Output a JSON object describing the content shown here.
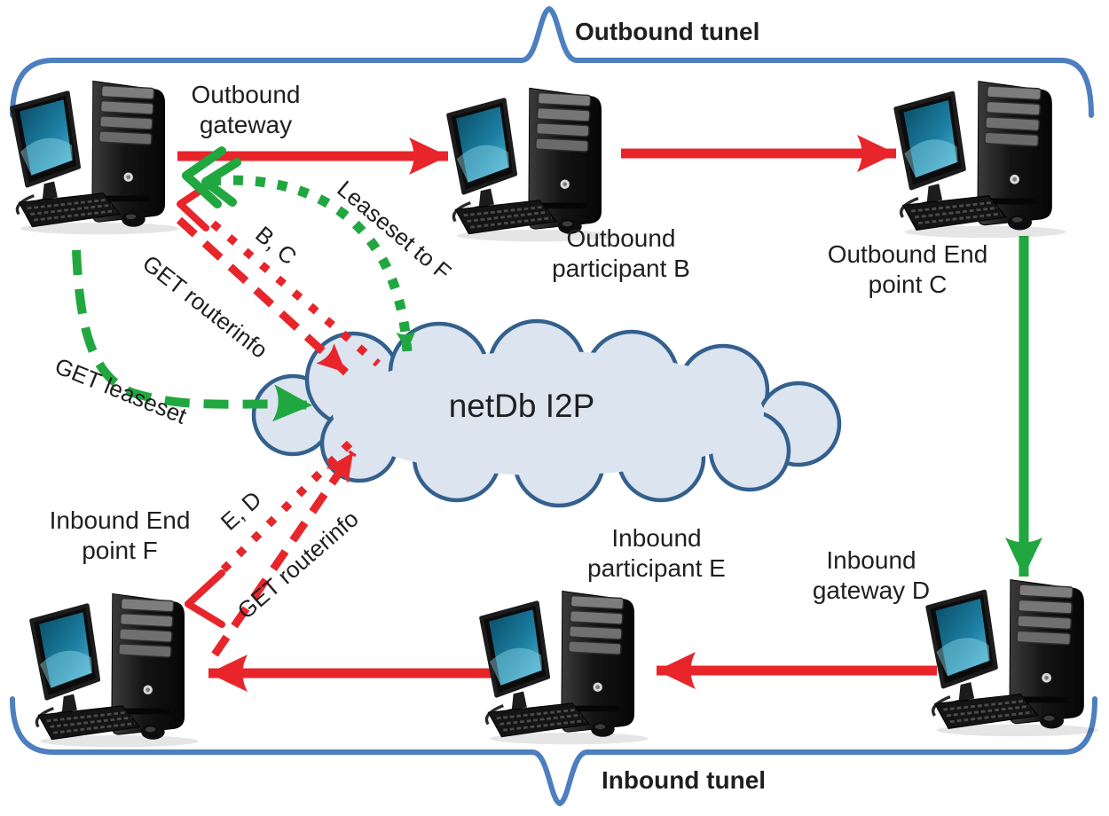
{
  "tunnels": {
    "outbound": "Outbound tunel",
    "inbound": "Inbound tunel"
  },
  "cloud": {
    "label": "netDb I2P"
  },
  "nodes": {
    "outbound_gateway": {
      "line1": "Outbound",
      "line2": "gateway"
    },
    "outbound_participant_b": {
      "line1": "Outbound",
      "line2": "participant B"
    },
    "outbound_endpoint_c": {
      "line1": "Outbound End",
      "line2": "point C"
    },
    "inbound_gateway_d": {
      "line1": "Inbound",
      "line2": "gateway D"
    },
    "inbound_participant_e": {
      "line1": "Inbound",
      "line2": "participant E"
    },
    "inbound_endpoint_f": {
      "line1": "Inbound End",
      "line2": "point F"
    }
  },
  "messages": {
    "leaseset_to_f": "Leaseset to F",
    "bc_reply": "B, C",
    "get_routerinfo_outbound": "GET routerinfo",
    "get_leaseset": "GET leaseset",
    "ed_reply": "E, D",
    "get_routerinfo_inbound": "GET routerinfo"
  },
  "colors": {
    "tunnel_red": "#e8252a",
    "reply_green": "#21a73f",
    "brace_blue": "#4d7ebf",
    "cloud_fill": "#dce4f0",
    "cloud_stroke": "#33608d",
    "text": "#1f1f1f"
  }
}
